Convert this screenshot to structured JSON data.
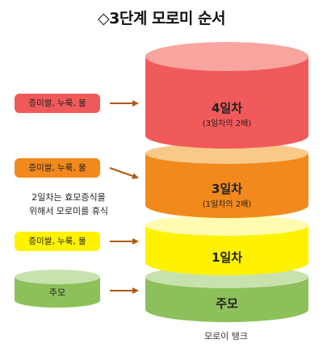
{
  "title": "◇3단계 모로미 순서",
  "tiers": [
    {
      "label": "4일차",
      "sub": "(3일차의 2배)"
    },
    {
      "label": "3일차",
      "sub": "(1일차의 2배)"
    },
    {
      "label": "1일차",
      "sub": ""
    },
    {
      "label": "주모",
      "sub": ""
    }
  ],
  "inputs": [
    {
      "label": "증미쌀, 누룩, 물"
    },
    {
      "label": "증미쌀, 누룩, 물"
    },
    {
      "label": "증미쌀, 누룩, 물"
    },
    {
      "label": "주모"
    }
  ],
  "note": [
    "2일차는 효모증식을",
    "위해서 모로미를 휴식"
  ],
  "caption": "모로이 탱크",
  "colors": {
    "red": "#f15a5a",
    "red_top": "#f8a5a0",
    "orange": "#f2891c",
    "orange_top": "#f9c98a",
    "yellow": "#fff200",
    "yellow_top": "#fffbb0",
    "green": "#8dc05a",
    "green_top": "#c8e2ae",
    "arrow": "#b25a12"
  }
}
